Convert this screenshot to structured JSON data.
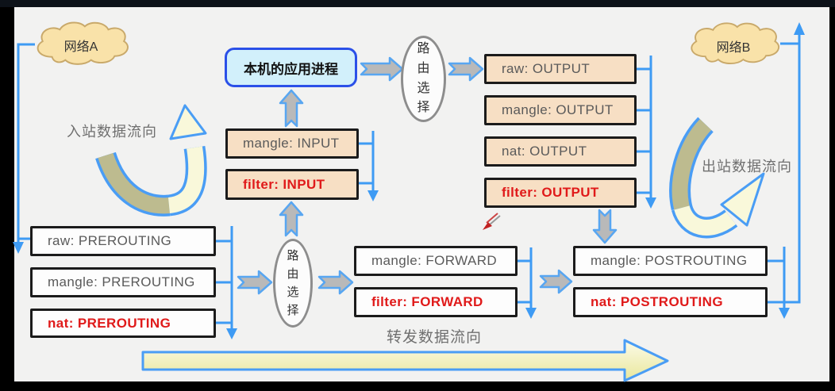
{
  "clouds": {
    "network_a": "网络A",
    "network_b": "网络B"
  },
  "process": {
    "label": "本机的应用进程"
  },
  "routing": {
    "top": "路由选择",
    "bottom": "路由选择"
  },
  "labels": {
    "inbound": "入站数据流向",
    "outbound": "出站数据流向",
    "forward": "转发数据流向"
  },
  "chains": {
    "input": [
      {
        "label": "mangle: INPUT",
        "emphasis": false
      },
      {
        "label": "filter: INPUT",
        "emphasis": true
      }
    ],
    "output": [
      {
        "label": "raw: OUTPUT",
        "emphasis": false
      },
      {
        "label": "mangle: OUTPUT",
        "emphasis": false
      },
      {
        "label": "nat: OUTPUT",
        "emphasis": false
      },
      {
        "label": "filter: OUTPUT",
        "emphasis": true
      }
    ],
    "prerouting": [
      {
        "label": "raw: PREROUTING",
        "emphasis": false
      },
      {
        "label": "mangle: PREROUTING",
        "emphasis": false
      },
      {
        "label": "nat: PREROUTING",
        "emphasis": true
      }
    ],
    "forward": [
      {
        "label": "mangle: FORWARD",
        "emphasis": false
      },
      {
        "label": "filter: FORWARD",
        "emphasis": true
      }
    ],
    "postrouting": [
      {
        "label": "mangle: POSTROUTING",
        "emphasis": false
      },
      {
        "label": "nat: POSTROUTING",
        "emphasis": true
      }
    ]
  },
  "colors": {
    "line_blue": "#3e9bf4",
    "connector_arrow_fill": "#b9b9b9",
    "box_border": "#1b1b1b",
    "peach_fill": "#f7dfc4",
    "white_fill": "#fdfdfd",
    "red_text": "#e01a1a",
    "gray_text": "#5a5a5a",
    "process_fill": "#d2f0fb",
    "process_border": "#2b50e8",
    "cloud_fill": "#f9e2a9",
    "cloud_border": "#c9a96a",
    "curve_olive": "#bdbb8f",
    "curve_yellow": "#f9f8da",
    "big_arrow_fill": "#f3f1b8",
    "label_gray": "#6f6f6f"
  }
}
